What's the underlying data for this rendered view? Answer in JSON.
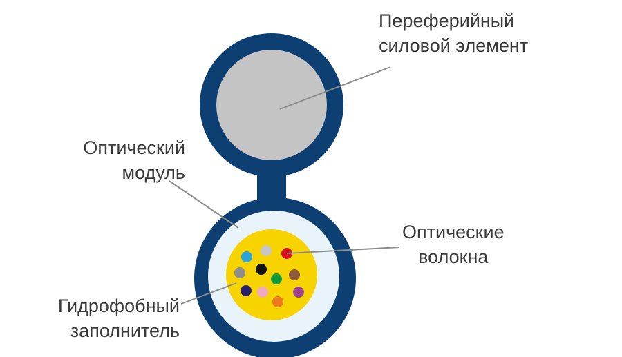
{
  "labels": {
    "strength_member": [
      "Переферийный",
      "силовой элемент"
    ],
    "optical_module": [
      "Оптический",
      "модуль"
    ],
    "optical_fibers": [
      "Оптические",
      "волокна"
    ],
    "hydrophobic_filler": [
      "Гидрофобный",
      "заполнитель"
    ]
  },
  "colors": {
    "sheath": "#0d3f73",
    "strength_member": "#c4c4c4",
    "module": "#e9f3fa",
    "filler": "#f7d400",
    "leader_line": "#8c8c8c"
  },
  "fibers": [
    {
      "color": "#2aa3db"
    },
    {
      "color": "#c6c6c6"
    },
    {
      "color": "#d8101c"
    },
    {
      "color": "#8d8d8d"
    },
    {
      "color": "#111111"
    },
    {
      "color": "#119a3a"
    },
    {
      "color": "#8e5a3a"
    },
    {
      "color": "#2a1f6e"
    },
    {
      "color": "#f2a9bf"
    },
    {
      "color": "#9b3f8c"
    },
    {
      "color": "#ee7a1c"
    }
  ]
}
